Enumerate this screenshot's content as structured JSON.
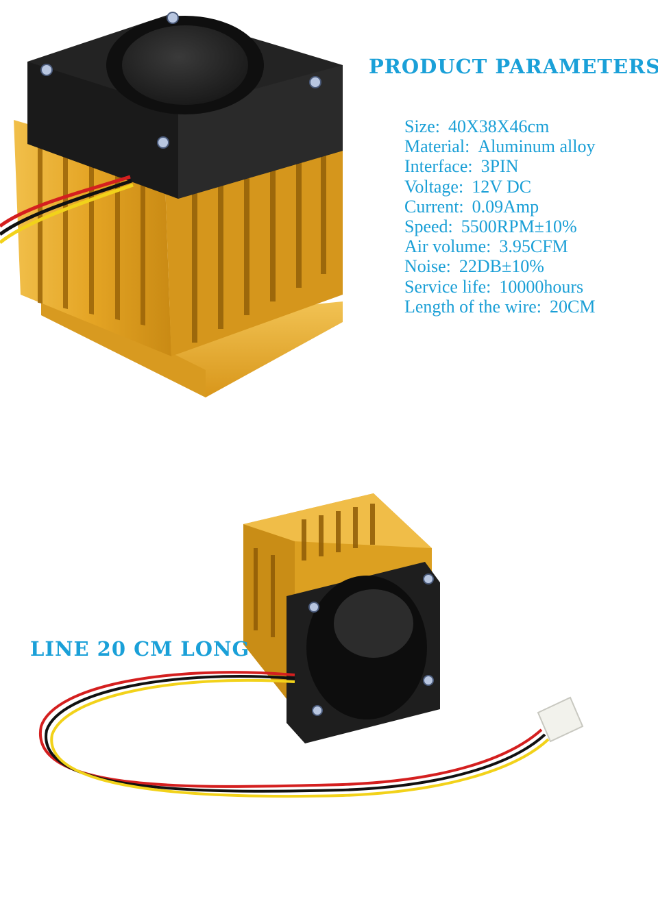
{
  "headings": {
    "product_parameters": "PRODUCT PARAMETERS",
    "line_caption": "LINE 20 CM LONG"
  },
  "specs": [
    {
      "label": "Size:",
      "value": "40X38X46cm"
    },
    {
      "label": "Material:",
      "value": "Aluminum alloy"
    },
    {
      "label": "Interface:",
      "value": "3PIN"
    },
    {
      "label": "Voltage:",
      "value": "12V DC"
    },
    {
      "label": "Current:",
      "value": "0.09Amp"
    },
    {
      "label": "Speed:",
      "value": "5500RPM±10%"
    },
    {
      "label": "Air volume:",
      "value": "3.95CFM"
    },
    {
      "label": "Noise:",
      "value": "22DB±10%"
    },
    {
      "label": "Service life:",
      "value": "10000hours"
    },
    {
      "label": "Length of the wire:",
      "value": "20CM"
    }
  ],
  "colors": {
    "heading": "#1aa0d8",
    "spec_text": "#1a9fd6",
    "heatsink_gold": "#e0a21e",
    "fan_black": "#1c1c1c"
  },
  "icons": {
    "top_photo": "heatsink-fan-photo",
    "bottom_photo": "heatsink-fan-with-cable-photo"
  }
}
